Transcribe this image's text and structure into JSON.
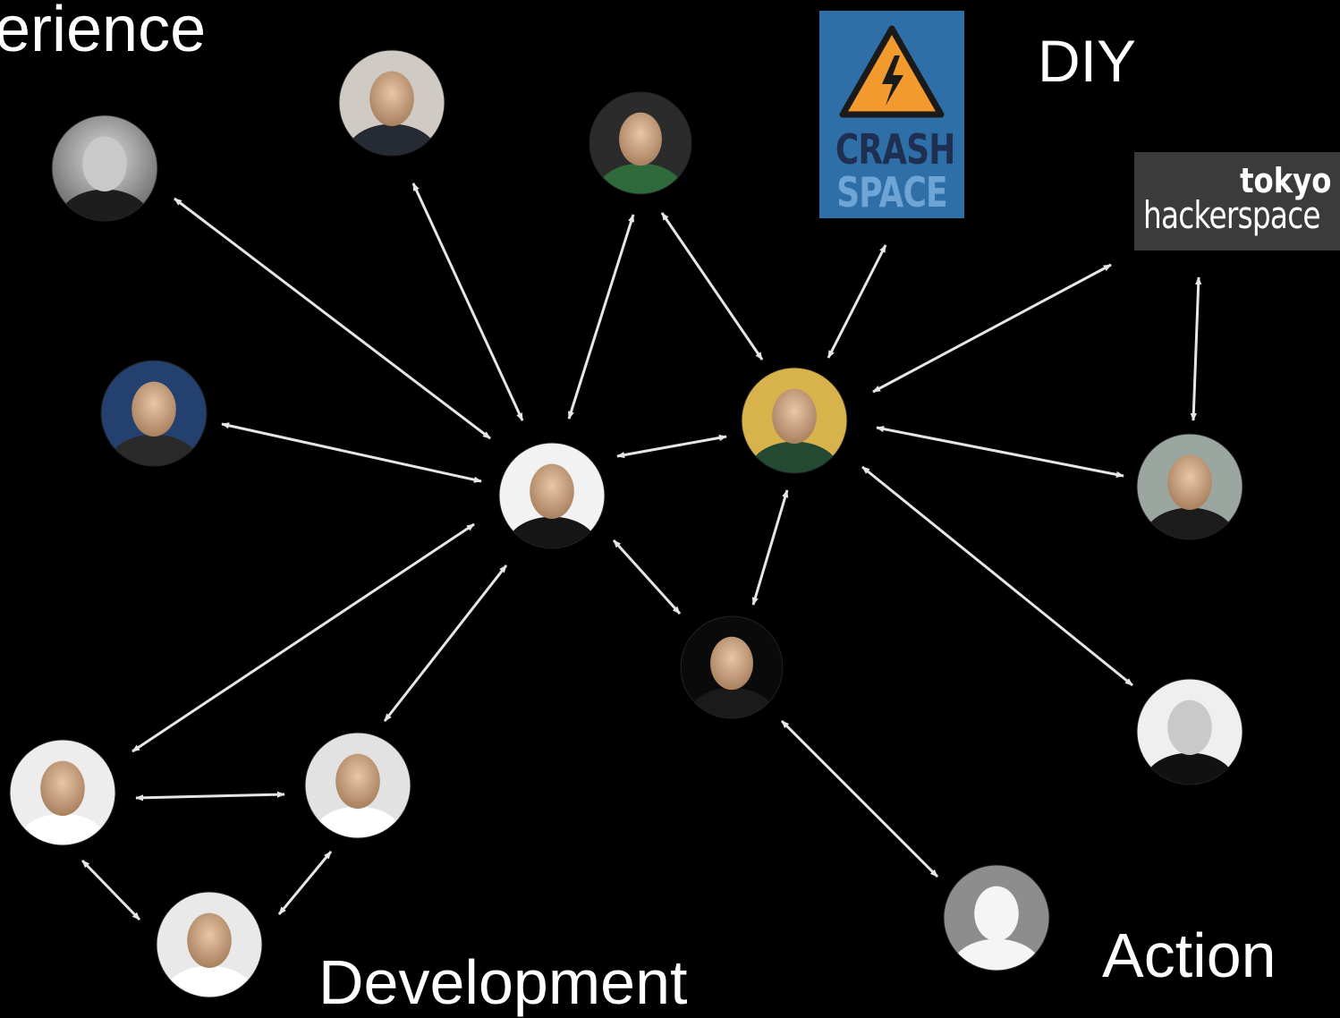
{
  "labels": {
    "experience": "erience",
    "diy": "DIY",
    "development": "Development",
    "action": "Action"
  },
  "logos": {
    "crash_space": {
      "line1": "CRASH",
      "line2": "SPACE"
    },
    "tokyo_hackerspace": {
      "line1": "tokyo",
      "line2": "hackerspace"
    }
  },
  "colors": {
    "background": "#000000",
    "arrow": "#e6e6e6",
    "crash_blue": "#2f6fa8",
    "crash_orange": "#f29a2e"
  },
  "nodes": [
    {
      "id": "person-top-left",
      "icon": "avatar-photo-grayscale"
    },
    {
      "id": "person-top-middle",
      "icon": "avatar-photo"
    },
    {
      "id": "person-top-center",
      "icon": "avatar-photo"
    },
    {
      "id": "person-mid-left",
      "icon": "avatar-photo"
    },
    {
      "id": "person-center-hub",
      "icon": "avatar-photo"
    },
    {
      "id": "person-right-hub",
      "icon": "avatar-photo"
    },
    {
      "id": "person-right",
      "icon": "avatar-photo"
    },
    {
      "id": "person-lower-center",
      "icon": "avatar-photo"
    },
    {
      "id": "person-lower-right",
      "icon": "avatar-photo-grayscale"
    },
    {
      "id": "person-bottom-left",
      "icon": "avatar-photo"
    },
    {
      "id": "person-bottom-mid",
      "icon": "avatar-photo"
    },
    {
      "id": "person-bottom",
      "icon": "avatar-photo"
    },
    {
      "id": "person-anonymous",
      "icon": "default-avatar-silhouette"
    }
  ]
}
